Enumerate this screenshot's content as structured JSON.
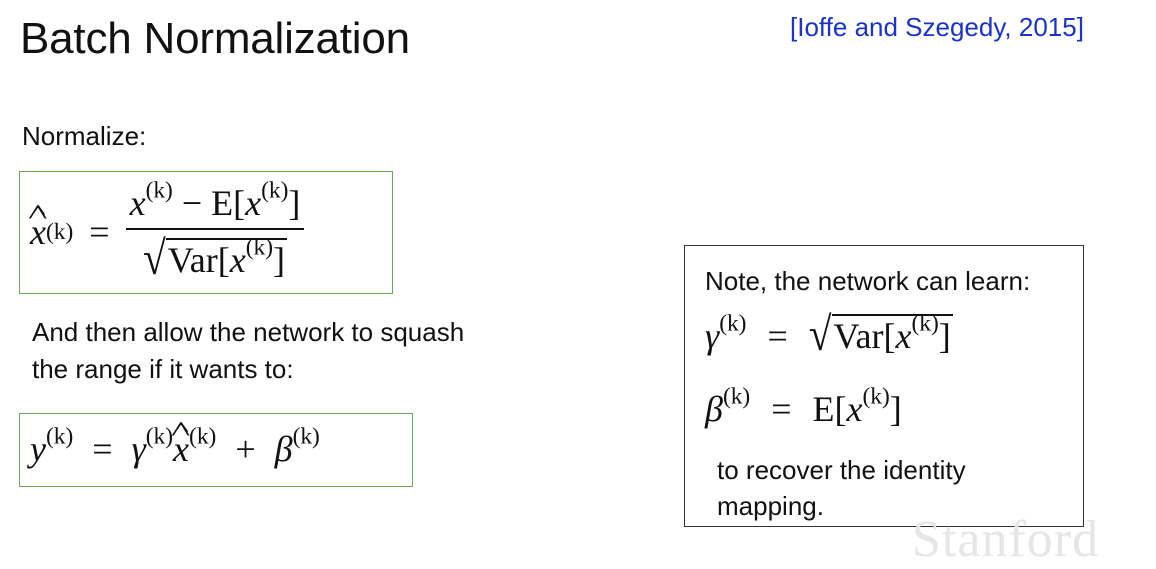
{
  "slide": {
    "title": "Batch Normalization",
    "citation": "[Ioffe and Szegedy, 2015]",
    "normalize_label": "Normalize:",
    "squash_line1": "And then allow the network to squash",
    "squash_line2": "the range if it wants to:",
    "note_title": "Note, the network can learn:",
    "recover_line1": "to recover the identity",
    "recover_line2": "mapping.",
    "watermark": "Stanford"
  },
  "equations": {
    "normalize": {
      "lhs_var": "x",
      "superscript": "(k)",
      "equals": "=",
      "numerator_var": "x",
      "minus": "−",
      "expectation": "E",
      "denominator_op": "Var"
    },
    "squash": {
      "y": "y",
      "gamma": "γ",
      "x": "x",
      "plus": "+",
      "beta": "β",
      "superscript": "(k)",
      "equals": "="
    },
    "gamma_learn": {
      "gamma": "γ",
      "superscript": "(k)",
      "equals": "=",
      "op": "Var",
      "x": "x"
    },
    "beta_learn": {
      "beta": "β",
      "superscript": "(k)",
      "equals": "=",
      "op": "E",
      "x": "x"
    }
  }
}
